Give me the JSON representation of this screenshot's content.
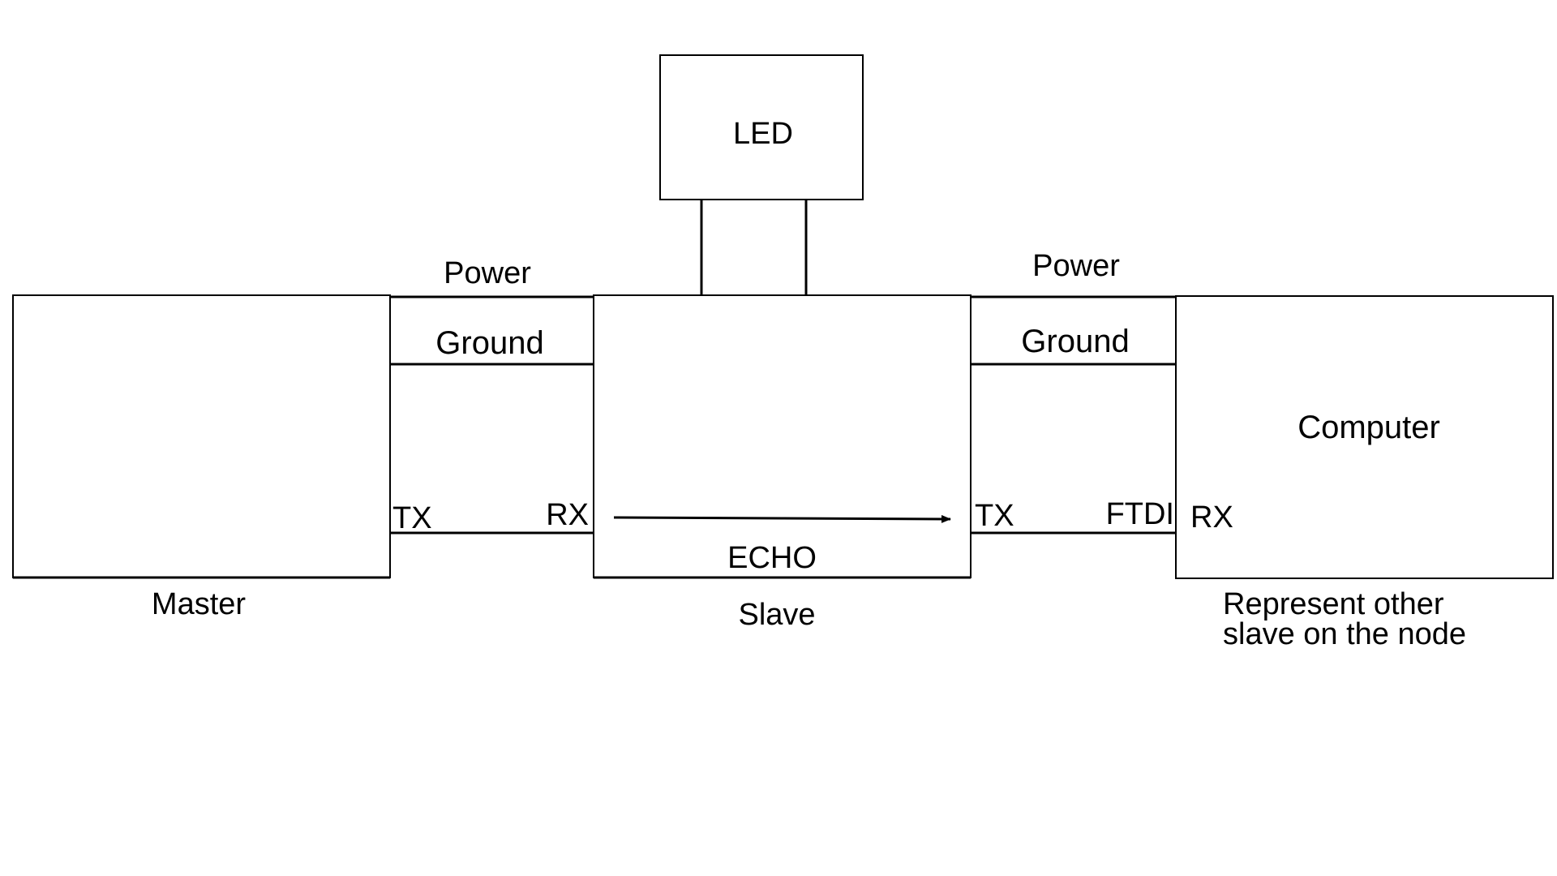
{
  "colors": {
    "background": "#ffffff",
    "stroke": "#000000",
    "text": "#000000"
  },
  "blocks": {
    "led": "LED",
    "master": "Master",
    "slave": "Slave",
    "computer": "Computer",
    "computer_note_line1": "Represent other",
    "computer_note_line2": "slave on the node"
  },
  "left_link": {
    "power": "Power",
    "ground": "Ground",
    "tx": "TX",
    "rx": "RX"
  },
  "right_link": {
    "power": "Power",
    "ground": "Ground",
    "tx": "TX",
    "ftdi": "FTDI",
    "rx": "RX"
  },
  "slave_path": {
    "echo": "ECHO"
  }
}
